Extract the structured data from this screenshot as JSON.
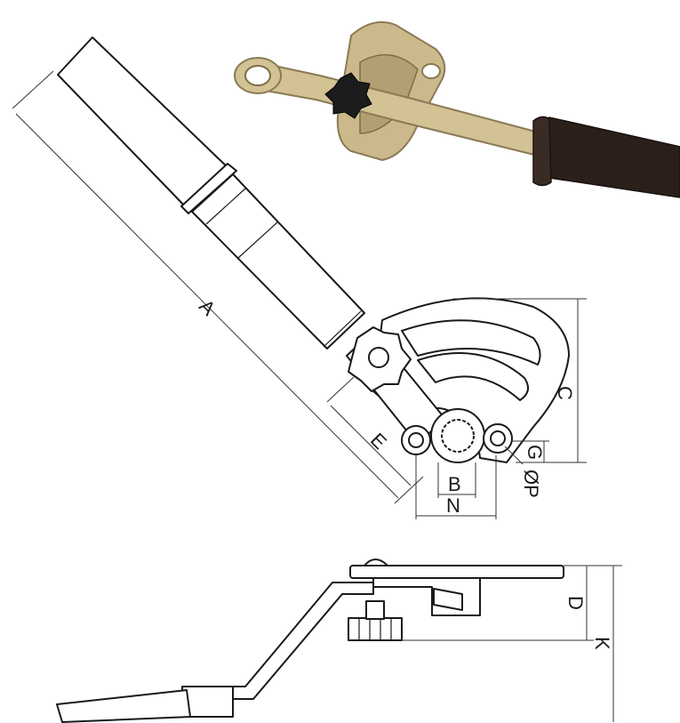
{
  "photo": {
    "alt_subject": "oil-filter-style wrench with spline socket arm, star knob and rubber grip",
    "colors": {
      "metal": "#c9b98a",
      "metal_dark": "#8a7a55",
      "grip": "#2b1f1a",
      "knob": "#1c1c1c"
    }
  },
  "diagram": {
    "dimension_labels": {
      "A": "A",
      "B": "B",
      "C": "C",
      "D": "D",
      "E": "E",
      "G": "G",
      "K": "K",
      "N": "N",
      "P": "ØP"
    },
    "line_color": "#1a1a1a"
  }
}
